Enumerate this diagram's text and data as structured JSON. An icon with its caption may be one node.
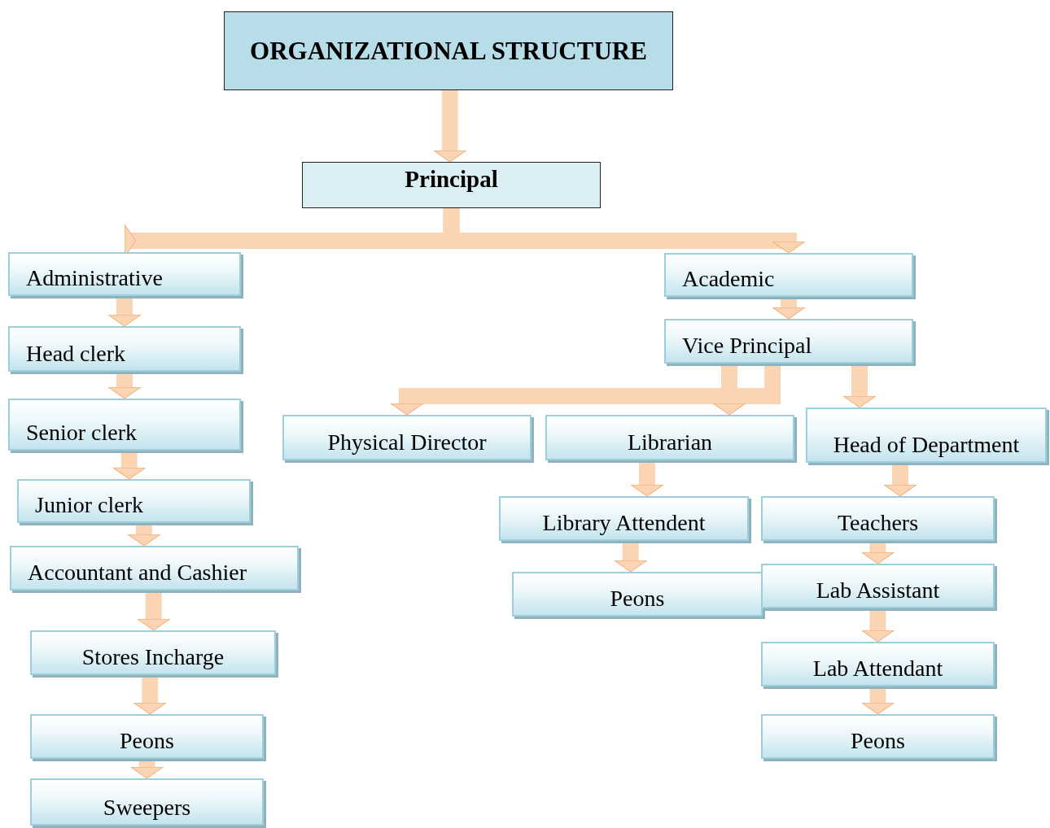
{
  "diagram": {
    "nodes": [
      {
        "text": [
          "ORGANIZATIONAL STRUCTURE"
        ]
      },
      {
        "text": [
          "Principal"
        ]
      },
      {
        "text": [
          "Administrative"
        ]
      },
      {
        "text": [
          "Academic"
        ]
      },
      {
        "text": [
          "Head clerk"
        ]
      },
      {
        "text": [
          "Senior clerk"
        ]
      },
      {
        "text": [
          "Junior clerk"
        ]
      },
      {
        "text": [
          "Accountant and Cashier"
        ]
      },
      {
        "text": [
          "Stores Incharge"
        ]
      },
      {
        "text": [
          "Peons"
        ]
      },
      {
        "text": [
          "Sweepers"
        ]
      },
      {
        "text": [
          "Vice Principal"
        ]
      },
      {
        "text": [
          "Physical Director"
        ]
      },
      {
        "text": [
          "Librarian"
        ]
      },
      {
        "text": [
          "Head of Department"
        ]
      },
      {
        "text": [
          "Library Attendent"
        ]
      },
      {
        "text": [
          "Peons"
        ]
      },
      {
        "text": [
          "Teachers"
        ]
      },
      {
        "text": [
          "Lab Assistant"
        ]
      },
      {
        "text": [
          "Lab Attendant"
        ]
      },
      {
        "text": [
          "Peons"
        ]
      }
    ],
    "edges": [
      {
        "from": 0,
        "to": 1,
        "arrow": "to"
      },
      {
        "from": 1,
        "to": 2,
        "arrow": "to"
      },
      {
        "from": 1,
        "to": 3,
        "arrow": "to"
      },
      {
        "from": 2,
        "to": 4,
        "arrow": "to"
      },
      {
        "from": 4,
        "to": 5,
        "arrow": "to"
      },
      {
        "from": 5,
        "to": 6,
        "arrow": "to"
      },
      {
        "from": 6,
        "to": 7,
        "arrow": "to"
      },
      {
        "from": 7,
        "to": 8,
        "arrow": "to"
      },
      {
        "from": 8,
        "to": 9,
        "arrow": "to"
      },
      {
        "from": 9,
        "to": 10,
        "arrow": "to"
      },
      {
        "from": 3,
        "to": 11,
        "arrow": "to"
      },
      {
        "from": 11,
        "to": 12,
        "arrow": "to"
      },
      {
        "from": 11,
        "to": 13,
        "arrow": "to"
      },
      {
        "from": 11,
        "to": 14,
        "arrow": "to"
      },
      {
        "from": 13,
        "to": 15,
        "arrow": "to"
      },
      {
        "from": 15,
        "to": 16,
        "arrow": "to"
      },
      {
        "from": 14,
        "to": 17,
        "arrow": "to"
      },
      {
        "from": 17,
        "to": 18,
        "arrow": "to"
      },
      {
        "from": 18,
        "to": 19,
        "arrow": "to"
      },
      {
        "from": 19,
        "to": 20,
        "arrow": "to"
      }
    ]
  }
}
